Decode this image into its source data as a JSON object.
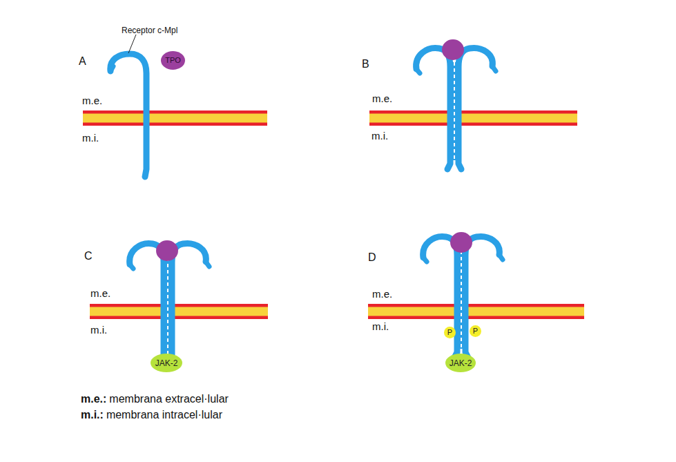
{
  "diagram": {
    "nodes": [
      {
        "text": [
          "TPO"
        ]
      },
      {
        "text": [
          "JAK-2"
        ]
      },
      {
        "text": [
          "P"
        ]
      },
      {
        "text": [
          "P"
        ]
      },
      {
        "text": [
          "JAK-2"
        ]
      }
    ],
    "labels": [
      "Receptor c-Mpl",
      "A",
      "m.e.",
      "m.i.",
      "B",
      "m.e.",
      "m.i.",
      "C",
      "m.e.",
      "m.i.",
      "D",
      "m.e.",
      "m.i.",
      "m.e.:",
      "membrana extracel·lular",
      "m.i.:",
      "membrana intracel·lular"
    ]
  }
}
